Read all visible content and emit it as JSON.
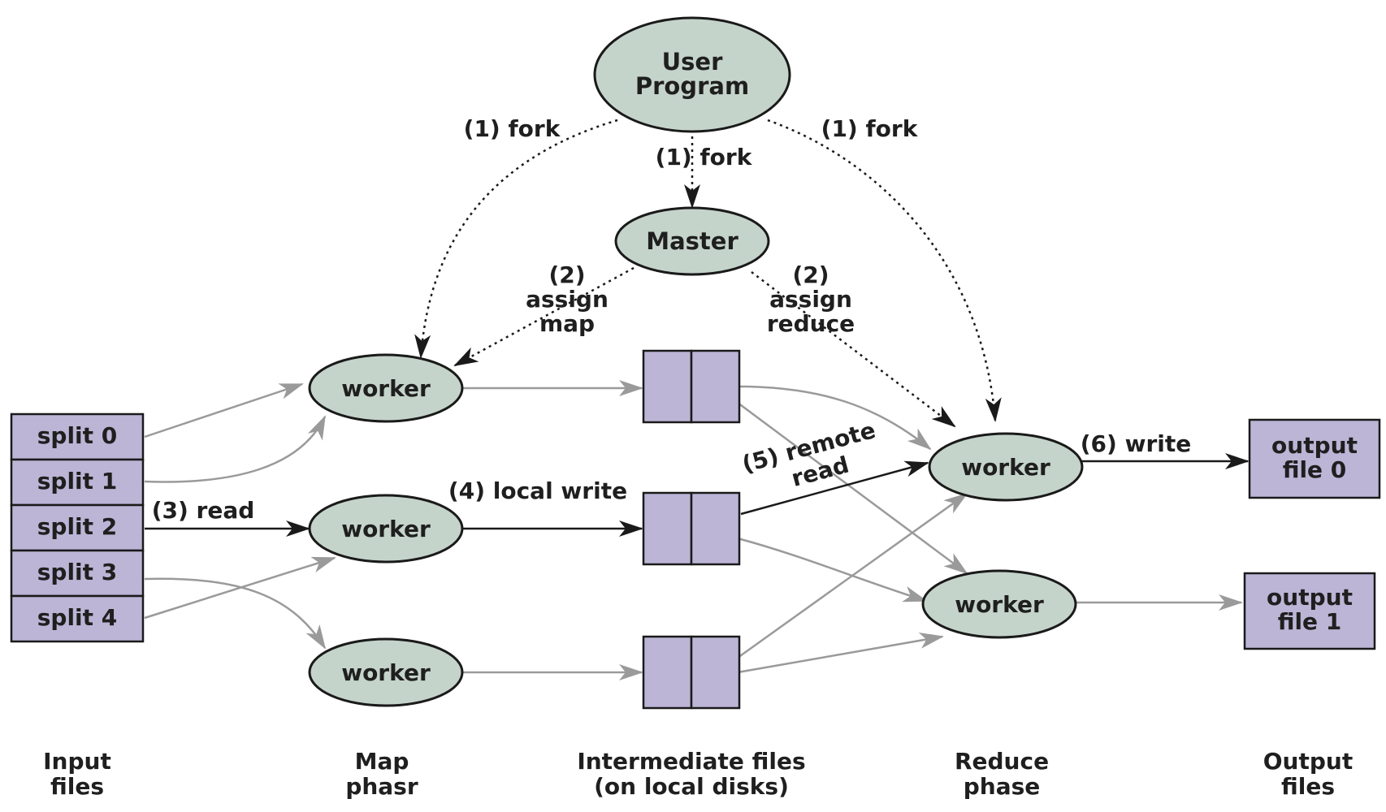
{
  "nodes": {
    "user_program": [
      "User",
      "Program"
    ],
    "master": "Master",
    "map_worker": "worker",
    "reduce_worker": "worker"
  },
  "splits": [
    "split 0",
    "split 1",
    "split 2",
    "split 3",
    "split 4"
  ],
  "outputs": [
    [
      "output",
      "file 0"
    ],
    [
      "output",
      "file 1"
    ]
  ],
  "edge_labels": {
    "fork_left": "(1) fork",
    "fork_center": "(1) fork",
    "fork_right": "(1) fork",
    "assign_map": [
      "(2)",
      "assign",
      "map"
    ],
    "assign_reduce": [
      "(2)",
      "assign",
      "reduce"
    ],
    "read": "(3) read",
    "local_write": "(4) local write",
    "remote_read": [
      "(5) remote",
      "read"
    ],
    "write": "(6) write"
  },
  "columns": [
    [
      "Input",
      "files"
    ],
    [
      "Map",
      "phasr"
    ],
    [
      "Intermediate files",
      "(on local disks)"
    ],
    [
      "Reduce",
      "phase"
    ],
    [
      "Output",
      "files"
    ]
  ],
  "colors": {
    "ellipse_fill": "#c5d4cb",
    "box_fill": "#bcb5d6",
    "gray_edge": "#9a9a9a",
    "black_edge": "#1a1a1a"
  }
}
